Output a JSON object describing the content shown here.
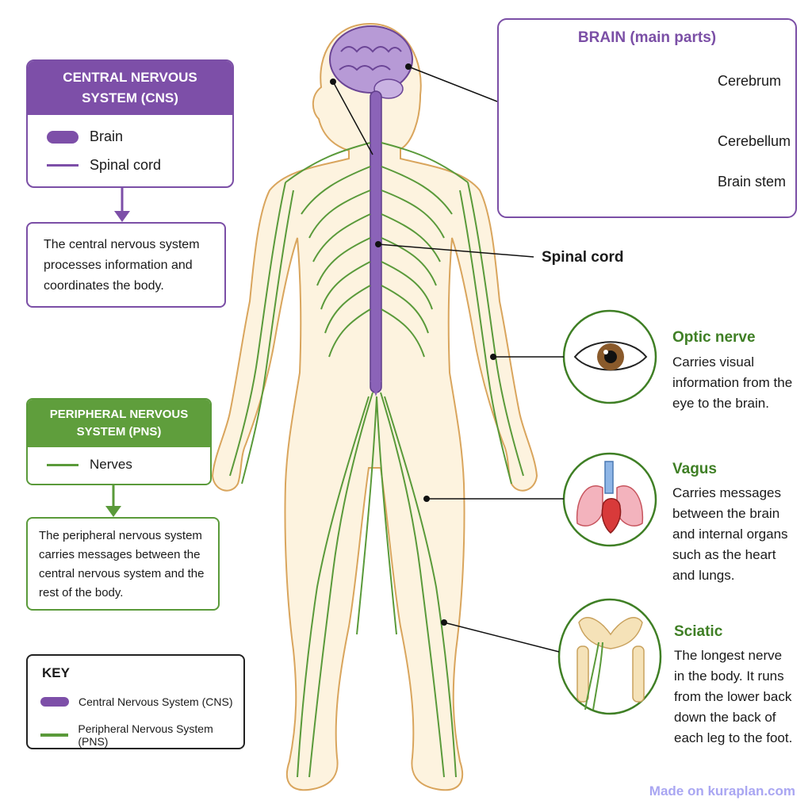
{
  "cns": {
    "title": "CENTRAL NERVOUS SYSTEM (CNS)",
    "legend_brain": "Brain",
    "legend_spinal": "Spinal cord",
    "description": "The central nervous system processes information and coordinates the body."
  },
  "pns": {
    "title": "PERIPHERAL NERVOUS SYSTEM (PNS)",
    "legend_nerves": "Nerves",
    "description": "The peripheral nervous system carries messages between the central nervous system and the rest of the body."
  },
  "key": {
    "title": "KEY",
    "cns": "Central Nervous System (CNS)",
    "pns": "Peripheral Nervous System (PNS)"
  },
  "brain_panel": {
    "title": "BRAIN (main parts)",
    "cerebrum": "Cerebrum",
    "cerebellum": "Cerebellum",
    "brain_stem": "Brain stem"
  },
  "spinal_cord_label": "Spinal cord",
  "nerves": [
    {
      "name": "Optic nerve",
      "description": "Carries visual information from the eye to the brain."
    },
    {
      "name": "Vagus",
      "description": "Carries messages between the brain and internal organs such as the heart and lungs."
    },
    {
      "name": "Sciatic",
      "description": "The longest nerve in the body. It runs from the lower back down the back of each leg to the foot."
    }
  ],
  "colors": {
    "cns": "#7d4fa8",
    "pns": "#5a9a3a",
    "skin": "#fdf3df",
    "outline": "#d9a55d"
  },
  "watermark": "Made on kuraplan.com"
}
